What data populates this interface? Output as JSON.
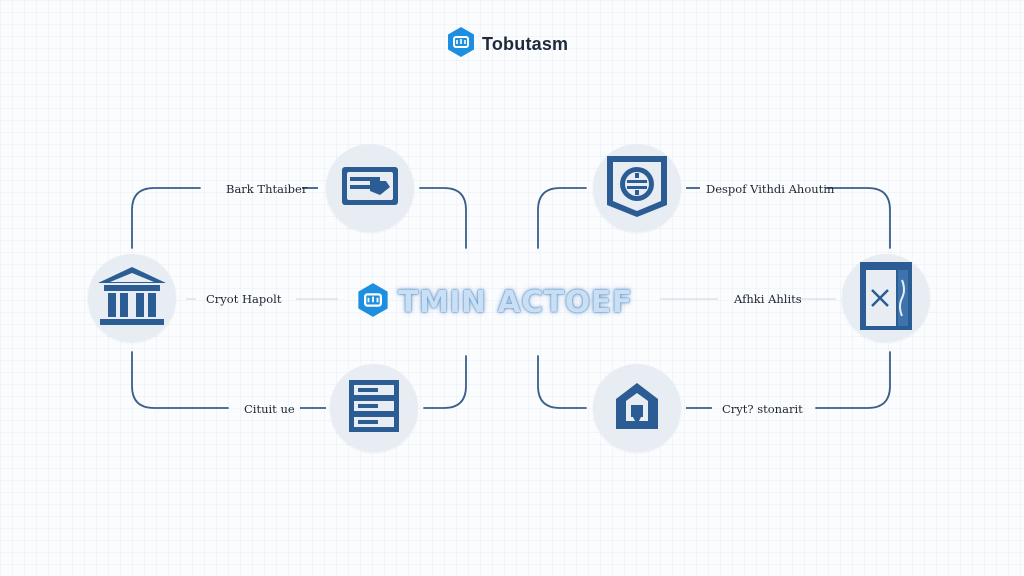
{
  "header": {
    "logo_icon": "hexagon-logo-icon",
    "brand": "Tobutasm"
  },
  "center": {
    "logo_icon": "hexagon-logo-icon",
    "title": "TMIN ACTOEF"
  },
  "colors": {
    "accent": "#1d8fe0",
    "icon_blue": "#2b5d94",
    "line": "#3a5f8a",
    "node_bg": "#e8edf3"
  },
  "nodes": [
    {
      "name": "bank",
      "icon": "bank-icon"
    },
    {
      "name": "card",
      "icon": "card-icon"
    },
    {
      "name": "server",
      "icon": "server-rack-icon"
    },
    {
      "name": "shield",
      "icon": "shield-coin-icon"
    },
    {
      "name": "vault",
      "icon": "vault-door-icon"
    },
    {
      "name": "home",
      "icon": "home-lock-icon"
    }
  ],
  "labels": {
    "top_left": "Bark Thtaiber",
    "mid_left": "Cryot Hapolt",
    "bottom_left": "Cituit ue",
    "top_right": "Despof Vithdi Ahoutin",
    "mid_right": "Afhki Ahlits",
    "bottom_right": "Cryt? stonarit"
  }
}
